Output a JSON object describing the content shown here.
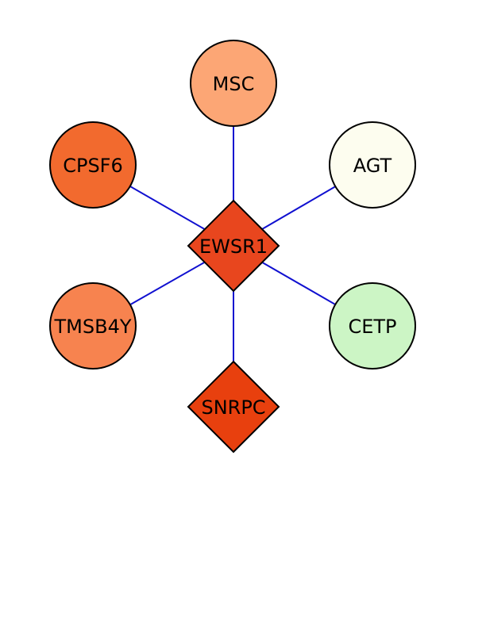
{
  "network": {
    "edge_color": "#1010d0",
    "nodes": [
      {
        "id": "MSC",
        "label": "MSC",
        "shape": "circle",
        "color": "#fca675"
      },
      {
        "id": "CPSF6",
        "label": "CPSF6",
        "shape": "circle",
        "color": "#f26a2e"
      },
      {
        "id": "AGT",
        "label": "AGT",
        "shape": "circle",
        "color": "#fdfdef"
      },
      {
        "id": "EWSR1",
        "label": "EWSR1",
        "shape": "diamond",
        "color": "#e8461e"
      },
      {
        "id": "TMSB4Y",
        "label": "TMSB4Y",
        "shape": "circle",
        "color": "#f7834f"
      },
      {
        "id": "CETP",
        "label": "CETP",
        "shape": "circle",
        "color": "#ccf5c5"
      },
      {
        "id": "SNRPC",
        "label": "SNRPC",
        "shape": "diamond",
        "color": "#e8400e"
      }
    ],
    "edges": [
      {
        "source": "EWSR1",
        "target": "MSC"
      },
      {
        "source": "EWSR1",
        "target": "CPSF6"
      },
      {
        "source": "EWSR1",
        "target": "AGT"
      },
      {
        "source": "EWSR1",
        "target": "TMSB4Y"
      },
      {
        "source": "EWSR1",
        "target": "CETP"
      },
      {
        "source": "EWSR1",
        "target": "SNRPC"
      }
    ]
  }
}
